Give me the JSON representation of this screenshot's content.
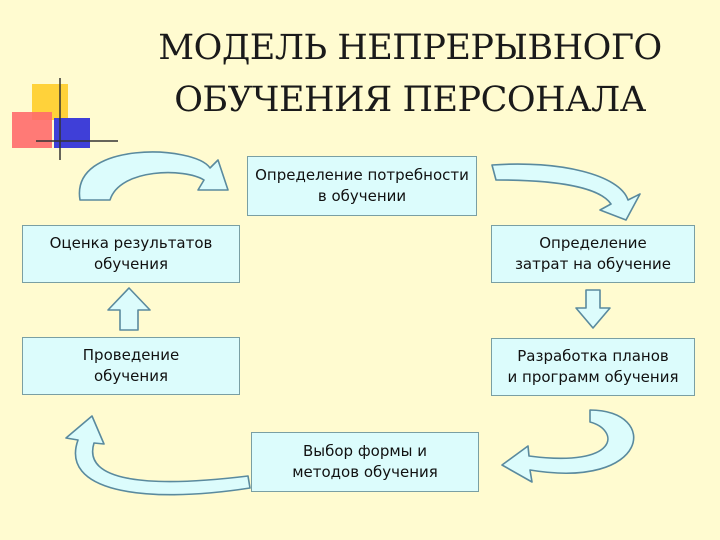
{
  "title": {
    "line1": "МОДЕЛЬ НЕПРЕРЫВНОГО",
    "line2": "ОБУЧЕНИЯ ПЕРСОНАЛА"
  },
  "boxes": {
    "need": {
      "line1": "Определение потребности",
      "line2": "в обучении"
    },
    "cost": {
      "line1": "Определение",
      "line2": "затрат на обучение"
    },
    "plans": {
      "line1": "Разработка планов",
      "line2": "и программ обучения"
    },
    "form": {
      "line1": "Выбор формы и",
      "line2": "методов обучения"
    },
    "conduct": {
      "line1": "Проведение",
      "line2": "обучения"
    },
    "evaluation": {
      "line1": "Оценка результатов",
      "line2": "обучения"
    }
  },
  "colors": {
    "background": "#fffbd0",
    "box_fill": "#dcfcfc",
    "box_border": "#7a9fa3",
    "arrow_stroke": "#5a8a9e"
  }
}
